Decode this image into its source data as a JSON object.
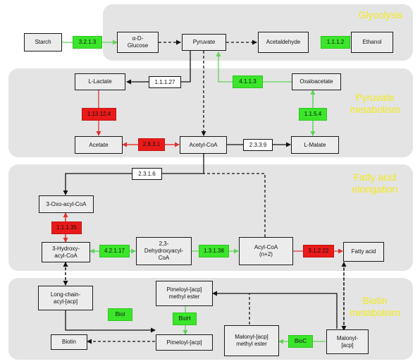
{
  "panels": {
    "glycolysis": "Glycolysis",
    "pyruvate": "Pyruvate\nmetabolism",
    "fatty": "Fatty acid\nelongation",
    "biotin": "Biotin\nmetabolism"
  },
  "nodes": {
    "starch": "Starch",
    "glucose": "α-D-\nGlucose",
    "pyruvate": "Pyruvate",
    "acetaldehyde": "Acetaldehyde",
    "ethanol": "Ethanol",
    "l_lactate": "L-Lactate",
    "oxaloacetate": "Oxaloacetate",
    "acetate": "Acetate",
    "acetyl_coa": "Acetyl-CoA",
    "l_malate": "L-Malate",
    "oxo_acyl": "3-Oxo-acyl-CoA",
    "hydroxy_acyl": "3-Hydroxy-\nacyl-CoA",
    "dehydroxyacyl": "2,3-\nDehydroxyacyl-\nCoA",
    "acyl_coa": "Acyl-CoA\n(n+2)",
    "fatty_acid": "Fatty acid",
    "long_chain": "Long-chain-\nacyl-[acp]",
    "pimeloyl_me": "Pimeloyl-[acp]\nmethyl ester",
    "pimeloyl": "Pimeloyl-[acp]",
    "biotin": "Biotin",
    "malonyl_me": "Malonyl-[acp]\nmethyl ester",
    "malonyl": "Malonyl-\n[acp]"
  },
  "enzymes": {
    "e3213": "3.2.1.3",
    "e1112": "1.1.1.2",
    "e11127": "1.1.1.27",
    "e4113": "4.1.1.3",
    "e113124": "1.13.12.4",
    "e1154": "1.1.5.4",
    "e2831": "2.8.3.1",
    "e2339": "2.3.3.9",
    "e2316": "2.3.1.6",
    "e11135": "1.1.1.35",
    "e42117": "4.2.1.17",
    "e13138": "1.3.1.38",
    "e31222": "3.1.2.22",
    "bioi": "BioI",
    "bioh": "BioH",
    "bioc": "BioC"
  },
  "colors": {
    "panel": "#e4e4e4",
    "title": "#f2ea1a",
    "green_enzyme": "#3be62a",
    "red_enzyme": "#ea1a1a",
    "green_arrow": "#5fd35a",
    "red_arrow": "#e23030",
    "black_arrow": "#111111"
  }
}
